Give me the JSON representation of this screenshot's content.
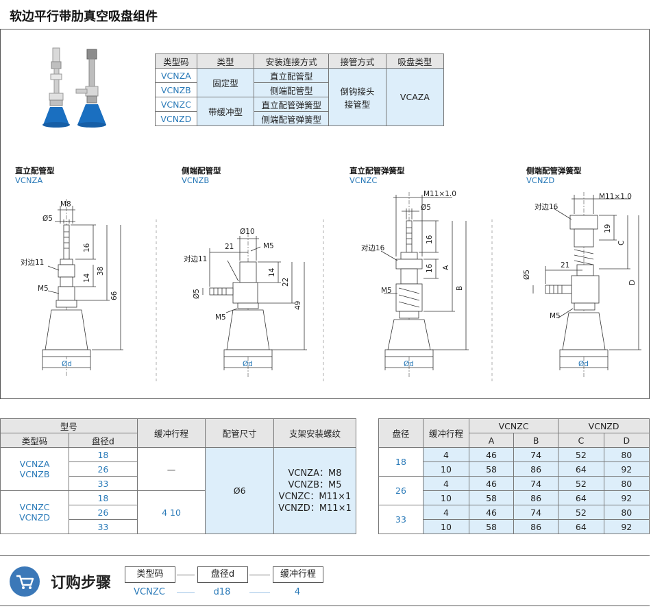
{
  "page_title": "软边平行带肋真空吸盘组件",
  "top_table": {
    "headers": [
      "类型码",
      "类型",
      "安装连接方式",
      "接管方式",
      "吸盘类型"
    ],
    "codes": [
      "VCNZA",
      "VCNZB",
      "VCNZC",
      "VCNZD"
    ],
    "types": [
      "固定型",
      "带缓冲型"
    ],
    "mounting": [
      "直立配管型",
      "侧端配管型",
      "直立配管弹簧型",
      "侧端配管弹簧型"
    ],
    "connection": [
      "倒钩接头",
      "接管型"
    ],
    "pad_type": "VCAZA"
  },
  "drawings": [
    {
      "label": "直立配管型",
      "code": "VCNZA",
      "dims": {
        "m8": "M8",
        "d5": "Ø5",
        "v16": "16",
        "hex": "对边11",
        "v14": "14",
        "v38": "38",
        "v66": "66",
        "m5": "M5",
        "od": "Ød"
      }
    },
    {
      "label": "侧端配管型",
      "code": "VCNZB",
      "dims": {
        "d10": "Ø10",
        "h21": "21",
        "m5a": "M5",
        "hex": "对边11",
        "d5": "Ø5",
        "v14": "14",
        "v22": "22",
        "v49": "49",
        "m5b": "M5",
        "od": "Ød"
      }
    },
    {
      "label": "直立配管弹簧型",
      "code": "VCNZC",
      "dims": {
        "m11": "M11×1.0",
        "d5": "Ø5",
        "v16a": "16",
        "hex": "对边16",
        "a": "A",
        "v16b": "16",
        "b": "B",
        "m5": "M5",
        "od": "Ød"
      }
    },
    {
      "label": "侧端配管弹簧型",
      "code": "VCNZD",
      "dims": {
        "m11": "M11×1.0",
        "hex": "对边16",
        "v19": "19",
        "c": "C",
        "d": "D",
        "h21": "21",
        "d5": "Ø5",
        "m5": "M5",
        "od": "Ød"
      }
    }
  ],
  "spec_table": {
    "group_header": "型号",
    "sub_headers": [
      "类型码",
      "盘径d"
    ],
    "headers": [
      "缓冲行程",
      "配管尺寸",
      "支架安装螺纹"
    ],
    "group1_codes": [
      "VCNZA",
      "VCNZB"
    ],
    "group2_codes": [
      "VCNZC",
      "VCNZD"
    ],
    "diameters": [
      "18",
      "26",
      "33"
    ],
    "stroke_group1": "—",
    "stroke_group2": "4  10",
    "pipe_size": "Ø6",
    "threads": [
      "VCNZA：M8",
      "VCNZB：M5",
      "VCNZC：M11×1",
      "VCNZD：M11×1"
    ]
  },
  "dim_table": {
    "headers": [
      "盘径",
      "缓冲行程",
      "VCNZC",
      "VCNZD"
    ],
    "sub_headers": [
      "A",
      "B",
      "C",
      "D"
    ],
    "rows": [
      {
        "d": "18",
        "stroke": "4",
        "A": "46",
        "B": "74",
        "C": "52",
        "D": "80"
      },
      {
        "d": "18",
        "stroke": "10",
        "A": "58",
        "B": "86",
        "C": "64",
        "D": "92"
      },
      {
        "d": "26",
        "stroke": "4",
        "A": "46",
        "B": "74",
        "C": "52",
        "D": "80"
      },
      {
        "d": "26",
        "stroke": "10",
        "A": "58",
        "B": "86",
        "C": "64",
        "D": "92"
      },
      {
        "d": "33",
        "stroke": "4",
        "A": "46",
        "B": "74",
        "C": "52",
        "D": "80"
      },
      {
        "d": "33",
        "stroke": "10",
        "A": "58",
        "B": "86",
        "C": "64",
        "D": "92"
      }
    ]
  },
  "order": {
    "title": "订购步骤",
    "steps": [
      "类型码",
      "盘径d",
      "缓冲行程"
    ],
    "example": [
      "VCNZC",
      "d18",
      "4"
    ]
  },
  "colors": {
    "accent_blue": "#2a7ab8",
    "cell_blue": "#ddeefa",
    "header_gray": "#e6e6e6",
    "pad_blue": "#1a6fc0",
    "icon_blue": "#3b78b8"
  }
}
